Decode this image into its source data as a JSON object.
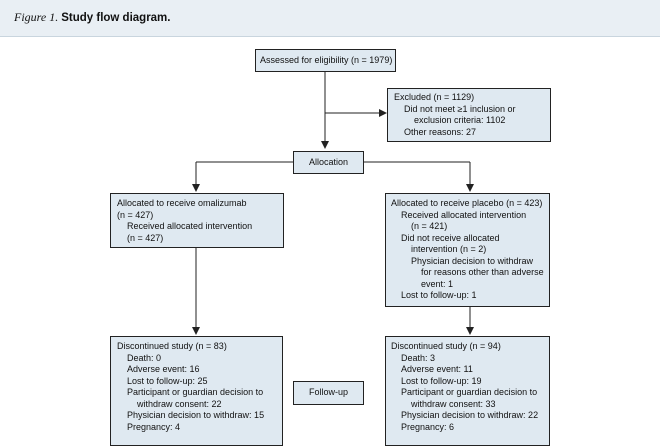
{
  "figure": {
    "number": "Figure 1.",
    "title": "Study flow diagram."
  },
  "assessed": {
    "text": "Assessed for eligibility (n = 1979)"
  },
  "excluded": {
    "lines": [
      "Excluded (n = 1129)",
      "Did not meet ≥1 inclusion or",
      "exclusion criteria: 1102",
      "Other reasons: 27"
    ]
  },
  "allocation": {
    "text": "Allocation"
  },
  "omalizumab": {
    "lines": [
      "Allocated to receive omalizumab",
      "(n = 427)",
      "Received allocated intervention",
      "(n = 427)"
    ]
  },
  "placebo": {
    "lines": [
      "Allocated to receive placebo (n = 423)",
      "Received allocated intervention",
      "(n = 421)",
      "Did not receive allocated",
      "intervention (n = 2)",
      "Physician decision to withdraw",
      "for reasons other than adverse",
      "event: 1",
      "Lost to follow-up: 1"
    ]
  },
  "followup": {
    "text": "Follow-up"
  },
  "discontinued_omalizumab": {
    "lines": [
      "Discontinued study (n = 83)",
      "Death: 0",
      "Adverse event: 16",
      "Lost to follow-up: 25",
      "Participant or guardian decision to",
      "withdraw consent: 22",
      "Physician decision to withdraw: 15",
      "Pregnancy: 4"
    ]
  },
  "discontinued_placebo": {
    "lines": [
      "Discontinued study (n = 94)",
      "Death: 3",
      "Adverse event: 11",
      "Lost to follow-up: 19",
      "Participant or guardian decision to",
      "withdraw consent: 33",
      "Physician decision to withdraw: 22",
      "Pregnancy: 6"
    ]
  }
}
